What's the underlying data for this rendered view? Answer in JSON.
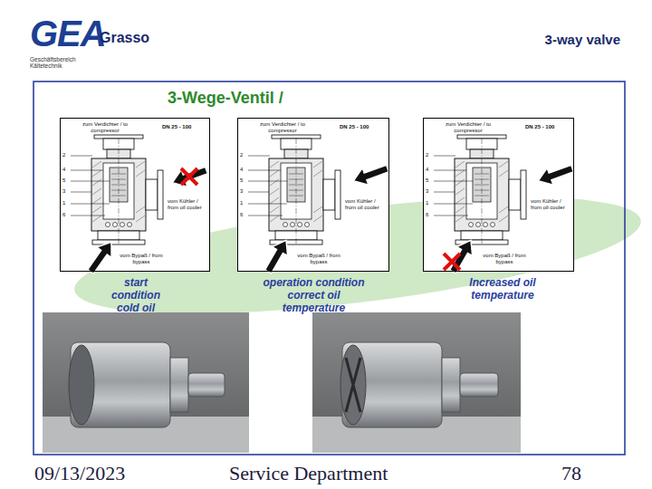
{
  "diagram": {
    "title": "3-Wege-Ventil /",
    "nodes": [
      {
        "text": [
          "zum Verdichter / to compressor",
          "DN 25 - 100",
          "vom Kühler / from oil cooler",
          "vom Bypaß / from bypass"
        ]
      },
      {
        "text": [
          "zum Verdichter / to compressor",
          "DN 25 - 100",
          "vom Kühler / from oil cooler",
          "vom Bypaß / from bypass"
        ]
      },
      {
        "text": [
          "zum Verdichter / to compressor",
          "DN 25 - 100",
          "vom Kühler / from oil cooler",
          "vom Bypaß / from bypass"
        ]
      }
    ],
    "labels": [
      "GEA",
      "Grasso",
      "Geschäftsbereich Kältetechnik",
      "3-way valve",
      "2",
      "4",
      "5",
      "3",
      "1",
      "6",
      "2",
      "4",
      "5",
      "3",
      "1",
      "6",
      "2",
      "4",
      "5",
      "3",
      "1",
      "6",
      "start condition cold oil",
      "operation condition correct oil temperature",
      "Increased oil temperature",
      "09/13/2023",
      "Service Department",
      "78"
    ]
  }
}
